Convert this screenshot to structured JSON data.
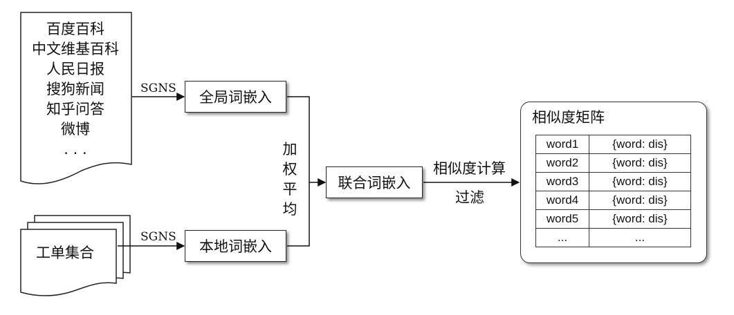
{
  "sources": {
    "corpus_items": [
      "百度百科",
      "中文维基百科",
      "人民日报",
      "搜狗新闻",
      "知乎问答",
      "微博",
      ". . ."
    ],
    "ticket_collection": "工单集合"
  },
  "edges": {
    "sgns_top": "SGNS",
    "sgns_bottom": "SGNS",
    "weighted_average": [
      "加",
      "权",
      "平",
      "均"
    ],
    "similarity_compute": "相似度计算",
    "filter": "过滤"
  },
  "nodes": {
    "global_embedding": "全局词嵌入",
    "local_embedding": "本地词嵌入",
    "joint_embedding": "联合词嵌入"
  },
  "matrix": {
    "title": "相似度矩阵",
    "rows": [
      {
        "word": "word1",
        "value": "{word: dis}"
      },
      {
        "word": "word2",
        "value": "{word: dis}"
      },
      {
        "word": "word3",
        "value": "{word: dis}"
      },
      {
        "word": "word4",
        "value": "{word: dis}"
      },
      {
        "word": "word5",
        "value": "{word: dis}"
      },
      {
        "word": "...",
        "value": "..."
      }
    ]
  }
}
